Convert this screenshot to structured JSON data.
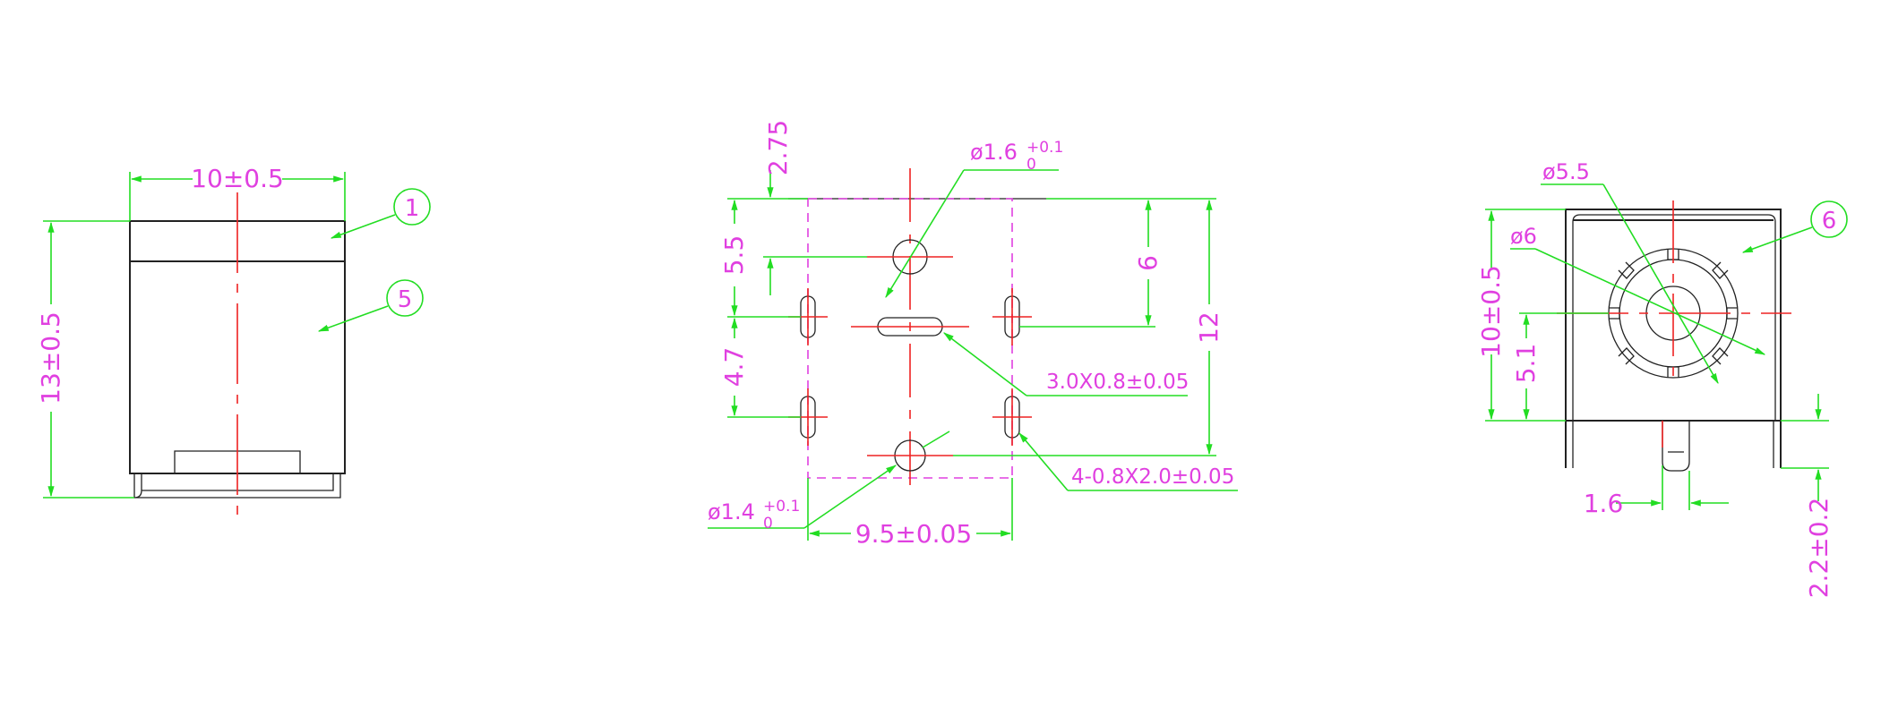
{
  "colors": {
    "outline": "#222222",
    "dimension": "#22dd22",
    "center_line": "#ee2222",
    "text": "#e040e0"
  },
  "left_view": {
    "width_dim": "10±0.5",
    "height_dim": "13±0.5",
    "balloon_1": "1",
    "balloon_5": "5"
  },
  "middle_view": {
    "dim_2_75": "2.75",
    "dim_5_5": "5.5",
    "dim_4_7": "4.7",
    "dim_6": "6",
    "dim_12": "12",
    "hole_top_main": "ø1.6",
    "hole_top_sup": "+0.1",
    "hole_top_sub": "0",
    "hole_bottom_main": "ø1.4",
    "hole_bottom_sup": "+0.1",
    "hole_bottom_sub": "0",
    "slot_center": "3.0X0.8±0.05",
    "slot_side": "4-0.8X2.0±0.05",
    "width_dim": "9.5±0.05"
  },
  "right_view": {
    "dia_outer": "ø5.5",
    "dia_inner": "ø6",
    "height_dim": "10±0.5",
    "center_height": "5.1",
    "pin_offset": "1.6",
    "pin_length": "2.2±0.2",
    "balloon_6": "6"
  }
}
